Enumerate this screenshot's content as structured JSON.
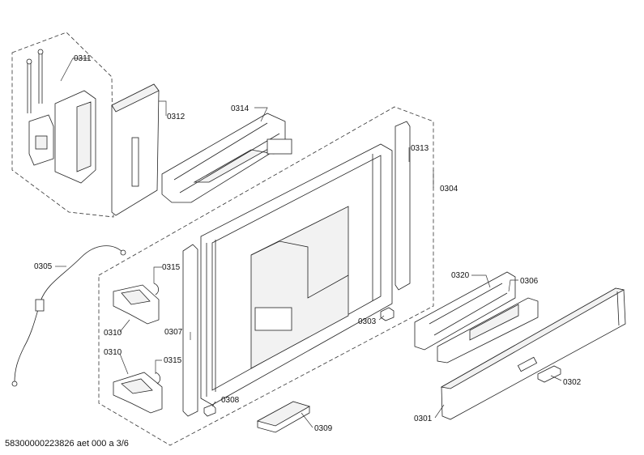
{
  "labels": {
    "p0311": "0311",
    "p0312": "0312",
    "p0314": "0314",
    "p0313": "0313",
    "p0304": "0304",
    "p0305": "0305",
    "p0315a": "0315",
    "p0310a": "0310",
    "p0307": "0307",
    "p0310b": "0310",
    "p0315b": "0315",
    "p0308": "0308",
    "p0309": "0309",
    "p0303": "0303",
    "p0320": "0320",
    "p0306": "0306",
    "p0302": "0302",
    "p0301": "0301"
  },
  "footer": "58300000223826 aet 000 a 3/6"
}
